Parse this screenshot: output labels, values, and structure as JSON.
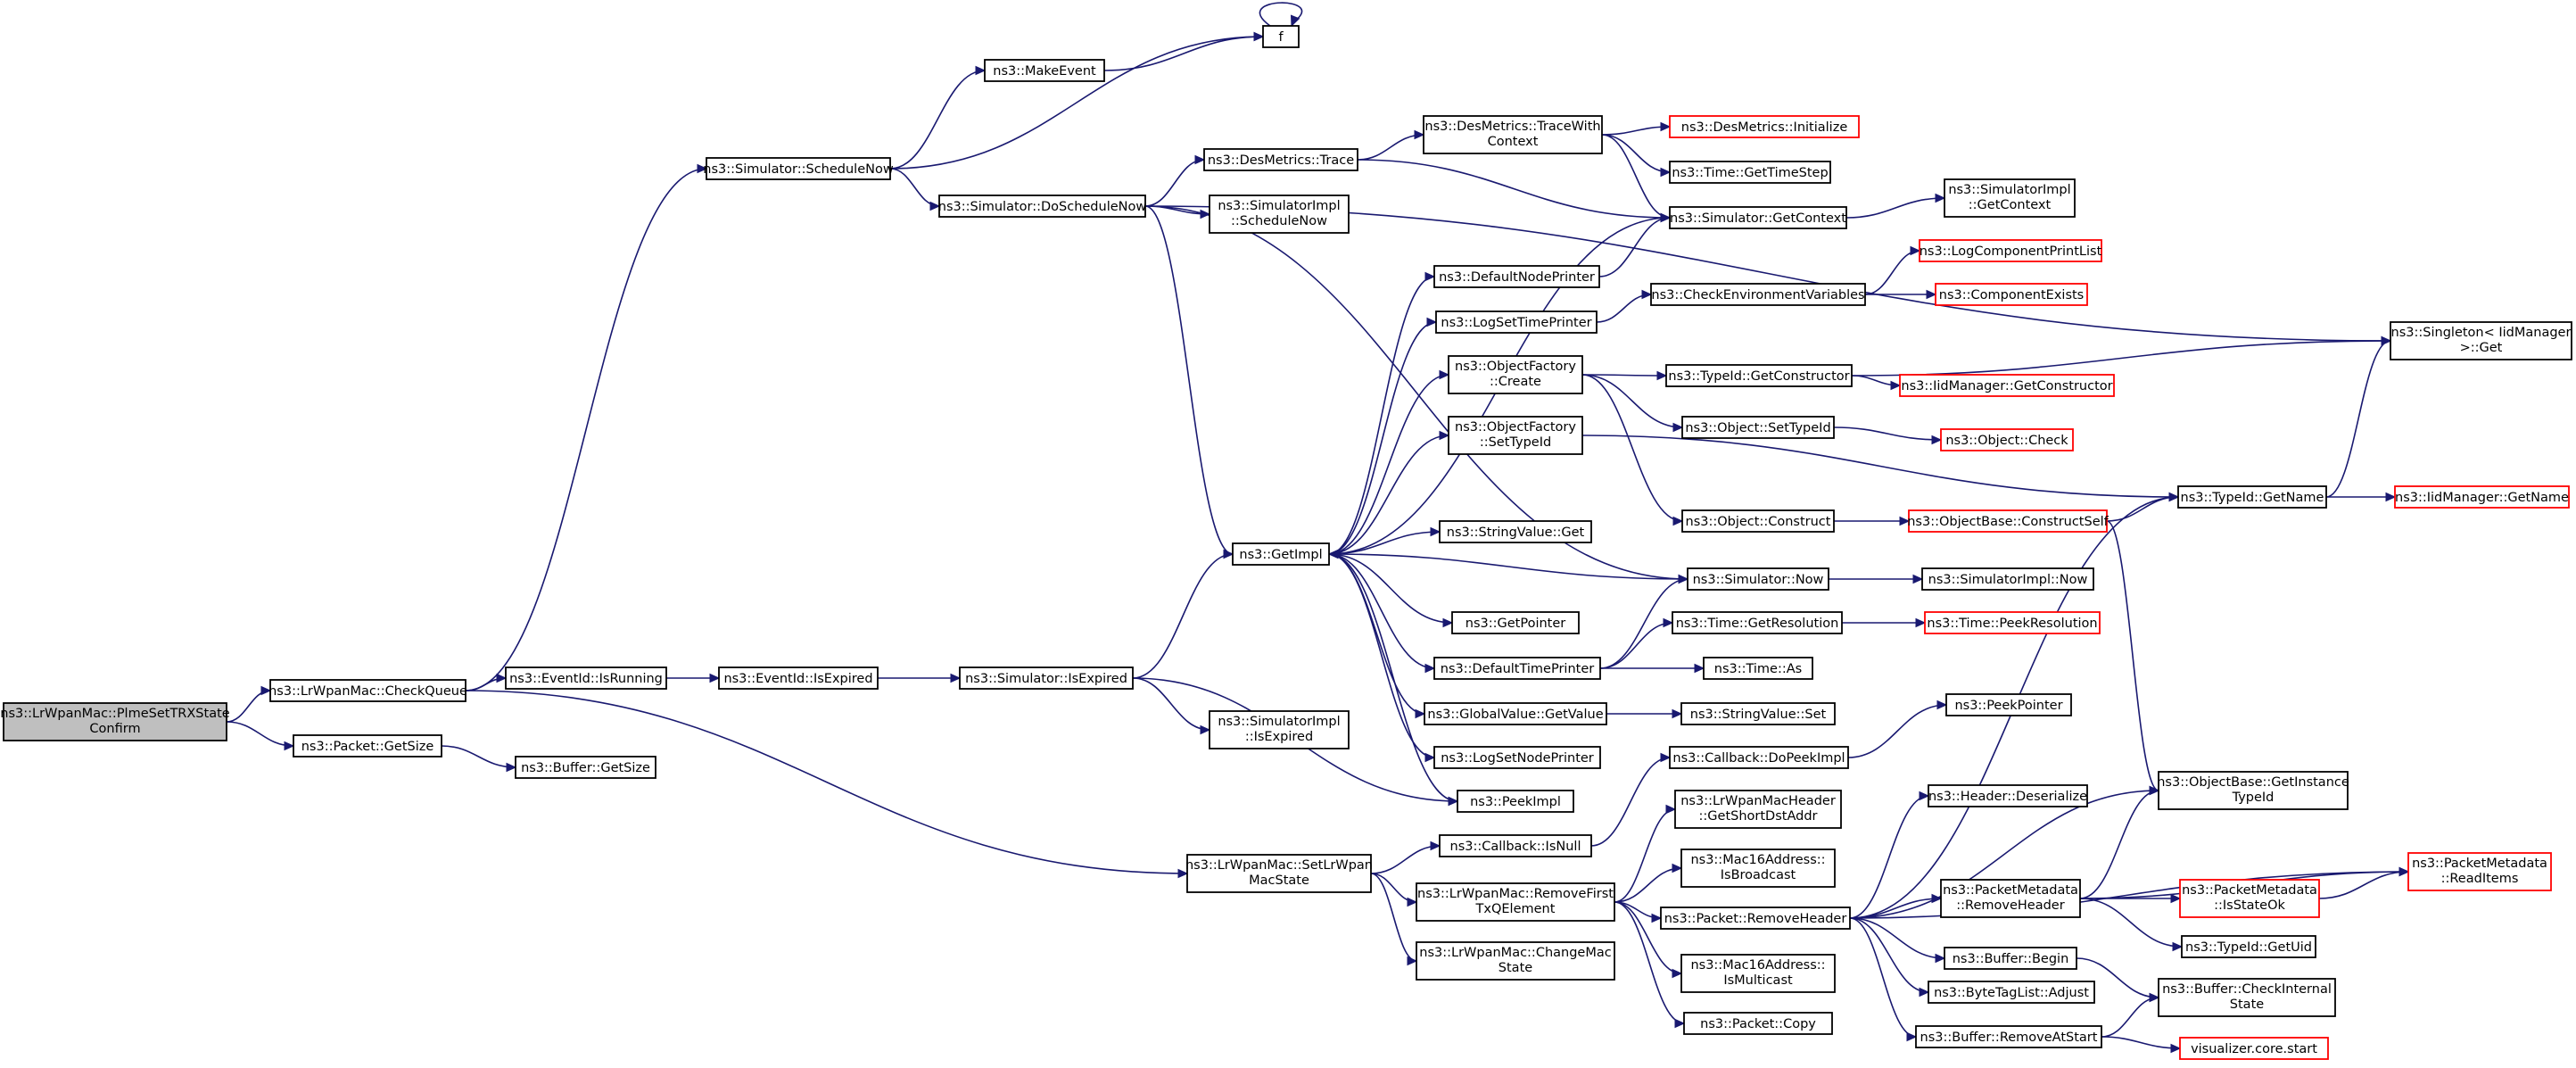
{
  "colors": {
    "edge": "#191970",
    "node_border": "#000000",
    "node_border_truncated": "#ff0000",
    "root_fill": "#bfbfbf",
    "node_fill": "#ffffff"
  },
  "nodes": [
    {
      "id": "root",
      "lines": [
        "ns3::LrWpanMac::PlmeSetTRXState",
        "Confirm"
      ],
      "root": true
    },
    {
      "id": "checkQueue",
      "lines": [
        "ns3::LrWpanMac::CheckQueue"
      ]
    },
    {
      "id": "packetGetSize",
      "lines": [
        "ns3::Packet::GetSize"
      ]
    },
    {
      "id": "bufferGetSize",
      "lines": [
        "ns3::Buffer::GetSize"
      ]
    },
    {
      "id": "scheduleNow",
      "lines": [
        "ns3::Simulator::ScheduleNow"
      ]
    },
    {
      "id": "makeEvent",
      "lines": [
        "ns3::MakeEvent"
      ]
    },
    {
      "id": "f",
      "lines": [
        "f"
      ]
    },
    {
      "id": "doScheduleNow",
      "lines": [
        "ns3::Simulator::DoScheduleNow"
      ]
    },
    {
      "id": "desTrace",
      "lines": [
        "ns3::DesMetrics::Trace"
      ]
    },
    {
      "id": "desTraceWithContext",
      "lines": [
        "ns3::DesMetrics::TraceWith",
        "Context"
      ]
    },
    {
      "id": "desInit",
      "lines": [
        "ns3::DesMetrics::Initialize"
      ],
      "truncated": true
    },
    {
      "id": "timeGetTimeStep",
      "lines": [
        "ns3::Time::GetTimeStep"
      ]
    },
    {
      "id": "simGetContext",
      "lines": [
        "ns3::Simulator::GetContext"
      ]
    },
    {
      "id": "simImplGetContext",
      "lines": [
        "ns3::SimulatorImpl",
        "::GetContext"
      ]
    },
    {
      "id": "simImplScheduleNow",
      "lines": [
        "ns3::SimulatorImpl",
        "::ScheduleNow"
      ]
    },
    {
      "id": "singletonGet",
      "lines": [
        "ns3::Singleton< IidManager",
        ">::Get"
      ]
    },
    {
      "id": "eventIsRunning",
      "lines": [
        "ns3::EventId::IsRunning"
      ]
    },
    {
      "id": "eventIsExpired",
      "lines": [
        "ns3::EventId::IsExpired"
      ]
    },
    {
      "id": "simIsExpired",
      "lines": [
        "ns3::Simulator::IsExpired"
      ]
    },
    {
      "id": "simImplIsExpired",
      "lines": [
        "ns3::SimulatorImpl",
        "::IsExpired"
      ]
    },
    {
      "id": "getImpl",
      "lines": [
        "ns3::GetImpl"
      ]
    },
    {
      "id": "defaultNodePrinter",
      "lines": [
        "ns3::DefaultNodePrinter"
      ]
    },
    {
      "id": "logSetTimePrinter",
      "lines": [
        "ns3::LogSetTimePrinter"
      ]
    },
    {
      "id": "checkEnvVars",
      "lines": [
        "ns3::CheckEnvironmentVariables"
      ]
    },
    {
      "id": "logComponentPrintList",
      "lines": [
        "ns3::LogComponentPrintList"
      ],
      "truncated": true
    },
    {
      "id": "componentExists",
      "lines": [
        "ns3::ComponentExists"
      ],
      "truncated": true
    },
    {
      "id": "objFactoryCreate",
      "lines": [
        "ns3::ObjectFactory",
        "::Create"
      ]
    },
    {
      "id": "typeIdGetConstructor",
      "lines": [
        "ns3::TypeId::GetConstructor"
      ]
    },
    {
      "id": "iidGetConstructor",
      "lines": [
        "ns3::IidManager::GetConstructor"
      ],
      "truncated": true
    },
    {
      "id": "objSetTypeId",
      "lines": [
        "ns3::Object::SetTypeId"
      ]
    },
    {
      "id": "objCheck",
      "lines": [
        "ns3::Object::Check"
      ],
      "truncated": true
    },
    {
      "id": "objFactorySetTypeId",
      "lines": [
        "ns3::ObjectFactory",
        "::SetTypeId"
      ]
    },
    {
      "id": "typeIdGetName",
      "lines": [
        "ns3::TypeId::GetName"
      ]
    },
    {
      "id": "iidGetName",
      "lines": [
        "ns3::IidManager::GetName"
      ],
      "truncated": true
    },
    {
      "id": "objConstruct",
      "lines": [
        "ns3::Object::Construct"
      ]
    },
    {
      "id": "objBaseConstructSelf",
      "lines": [
        "ns3::ObjectBase::ConstructSelf"
      ],
      "truncated": true
    },
    {
      "id": "stringValueGet",
      "lines": [
        "ns3::StringValue::Get"
      ]
    },
    {
      "id": "simNow",
      "lines": [
        "ns3::Simulator::Now"
      ]
    },
    {
      "id": "simImplNow",
      "lines": [
        "ns3::SimulatorImpl::Now"
      ]
    },
    {
      "id": "getPointer",
      "lines": [
        "ns3::GetPointer"
      ]
    },
    {
      "id": "defaultTimePrinter",
      "lines": [
        "ns3::DefaultTimePrinter"
      ]
    },
    {
      "id": "timeGetResolution",
      "lines": [
        "ns3::Time::GetResolution"
      ]
    },
    {
      "id": "timePeekResolution",
      "lines": [
        "ns3::Time::PeekResolution"
      ],
      "truncated": true
    },
    {
      "id": "timeAs",
      "lines": [
        "ns3::Time::As"
      ]
    },
    {
      "id": "globalValueGetValue",
      "lines": [
        "ns3::GlobalValue::GetValue"
      ]
    },
    {
      "id": "stringValueSet",
      "lines": [
        "ns3::StringValue::Set"
      ]
    },
    {
      "id": "logSetNodePrinter",
      "lines": [
        "ns3::LogSetNodePrinter"
      ]
    },
    {
      "id": "peekPointer",
      "lines": [
        "ns3::PeekPointer"
      ]
    },
    {
      "id": "callbackDoPeekImpl",
      "lines": [
        "ns3::Callback::DoPeekImpl"
      ]
    },
    {
      "id": "peekImpl",
      "lines": [
        "ns3::PeekImpl"
      ]
    },
    {
      "id": "headerGetShortDst",
      "lines": [
        "ns3::LrWpanMacHeader",
        "::GetShortDstAddr"
      ]
    },
    {
      "id": "headerDeserialize",
      "lines": [
        "ns3::Header::Deserialize"
      ]
    },
    {
      "id": "objBaseGetInstanceTypeId",
      "lines": [
        "ns3::ObjectBase::GetInstance",
        "TypeId"
      ]
    },
    {
      "id": "setLrWpanMacState",
      "lines": [
        "ns3::LrWpanMac::SetLrWpan",
        "MacState"
      ]
    },
    {
      "id": "callbackIsNull",
      "lines": [
        "ns3::Callback::IsNull"
      ]
    },
    {
      "id": "mac16IsBroadcast",
      "lines": [
        "ns3::Mac16Address::",
        "IsBroadcast"
      ]
    },
    {
      "id": "removeFirstTxQ",
      "lines": [
        "ns3::LrWpanMac::RemoveFirst",
        "TxQElement"
      ]
    },
    {
      "id": "packetRemoveHeader",
      "lines": [
        "ns3::Packet::RemoveHeader"
      ]
    },
    {
      "id": "pmRemoveHeader",
      "lines": [
        "ns3::PacketMetadata",
        "::RemoveHeader"
      ]
    },
    {
      "id": "pmIsStateOk",
      "lines": [
        "ns3::PacketMetadata",
        "::IsStateOk"
      ],
      "truncated": true
    },
    {
      "id": "pmReadItems",
      "lines": [
        "ns3::PacketMetadata",
        "::ReadItems"
      ],
      "truncated": true
    },
    {
      "id": "typeIdGetUid",
      "lines": [
        "ns3::TypeId::GetUid"
      ]
    },
    {
      "id": "changeMacState",
      "lines": [
        "ns3::LrWpanMac::ChangeMac",
        "State"
      ]
    },
    {
      "id": "bufferBegin",
      "lines": [
        "ns3::Buffer::Begin"
      ]
    },
    {
      "id": "mac16IsMulticast",
      "lines": [
        "ns3::Mac16Address::",
        "IsMulticast"
      ]
    },
    {
      "id": "byteTagListAdjust",
      "lines": [
        "ns3::ByteTagList::Adjust"
      ]
    },
    {
      "id": "bufferCheckInternal",
      "lines": [
        "ns3::Buffer::CheckInternal",
        "State"
      ]
    },
    {
      "id": "packetCopy",
      "lines": [
        "ns3::Packet::Copy"
      ]
    },
    {
      "id": "bufferRemoveAtStart",
      "lines": [
        "ns3::Buffer::RemoveAtStart"
      ]
    },
    {
      "id": "vizCoreStart",
      "lines": [
        "visualizer.core.start"
      ],
      "truncated": true
    }
  ],
  "edges": [
    [
      "root",
      "checkQueue"
    ],
    [
      "root",
      "packetGetSize"
    ],
    [
      "packetGetSize",
      "bufferGetSize"
    ],
    [
      "checkQueue",
      "scheduleNow"
    ],
    [
      "checkQueue",
      "eventIsRunning"
    ],
    [
      "checkQueue",
      "setLrWpanMacState"
    ],
    [
      "scheduleNow",
      "makeEvent"
    ],
    [
      "scheduleNow",
      "f"
    ],
    [
      "scheduleNow",
      "doScheduleNow"
    ],
    [
      "makeEvent",
      "f"
    ],
    [
      "f",
      "f"
    ],
    [
      "doScheduleNow",
      "desTrace"
    ],
    [
      "doScheduleNow",
      "simImplScheduleNow"
    ],
    [
      "doScheduleNow",
      "singletonGet"
    ],
    [
      "doScheduleNow",
      "getImpl"
    ],
    [
      "doScheduleNow",
      "simNow"
    ],
    [
      "desTrace",
      "desTraceWithContext"
    ],
    [
      "desTrace",
      "simGetContext"
    ],
    [
      "desTraceWithContext",
      "desInit"
    ],
    [
      "desTraceWithContext",
      "timeGetTimeStep"
    ],
    [
      "desTraceWithContext",
      "simGetContext"
    ],
    [
      "simGetContext",
      "simImplGetContext"
    ],
    [
      "simGetContext",
      "getImpl"
    ],
    [
      "eventIsRunning",
      "eventIsExpired"
    ],
    [
      "eventIsExpired",
      "simIsExpired"
    ],
    [
      "simIsExpired",
      "getImpl"
    ],
    [
      "simIsExpired",
      "simImplIsExpired"
    ],
    [
      "simIsExpired",
      "peekImpl"
    ],
    [
      "getImpl",
      "defaultNodePrinter"
    ],
    [
      "getImpl",
      "logSetTimePrinter"
    ],
    [
      "getImpl",
      "objFactoryCreate"
    ],
    [
      "getImpl",
      "objFactorySetTypeId"
    ],
    [
      "getImpl",
      "stringValueGet"
    ],
    [
      "getImpl",
      "getPointer"
    ],
    [
      "getImpl",
      "defaultTimePrinter"
    ],
    [
      "getImpl",
      "globalValueGetValue"
    ],
    [
      "getImpl",
      "logSetNodePrinter"
    ],
    [
      "getImpl",
      "peekImpl"
    ],
    [
      "defaultNodePrinter",
      "simGetContext"
    ],
    [
      "logSetTimePrinter",
      "checkEnvVars"
    ],
    [
      "checkEnvVars",
      "logComponentPrintList"
    ],
    [
      "checkEnvVars",
      "componentExists"
    ],
    [
      "objFactoryCreate",
      "typeIdGetConstructor"
    ],
    [
      "objFactoryCreate",
      "objSetTypeId"
    ],
    [
      "objFactoryCreate",
      "objConstruct"
    ],
    [
      "typeIdGetConstructor",
      "iidGetConstructor"
    ],
    [
      "typeIdGetConstructor",
      "singletonGet"
    ],
    [
      "objSetTypeId",
      "objCheck"
    ],
    [
      "objFactorySetTypeId",
      "typeIdGetName"
    ],
    [
      "typeIdGetName",
      "iidGetName"
    ],
    [
      "typeIdGetName",
      "singletonGet"
    ],
    [
      "objConstruct",
      "objBaseConstructSelf"
    ],
    [
      "objBaseConstructSelf",
      "typeIdGetName"
    ],
    [
      "objBaseConstructSelf",
      "objBaseGetInstanceTypeId"
    ],
    [
      "simNow",
      "getImpl"
    ],
    [
      "simNow",
      "simImplNow"
    ],
    [
      "defaultTimePrinter",
      "simNow"
    ],
    [
      "defaultTimePrinter",
      "timeGetResolution"
    ],
    [
      "defaultTimePrinter",
      "timeAs"
    ],
    [
      "timeGetResolution",
      "timePeekResolution"
    ],
    [
      "globalValueGetValue",
      "stringValueSet"
    ],
    [
      "setLrWpanMacState",
      "callbackIsNull"
    ],
    [
      "setLrWpanMacState",
      "removeFirstTxQ"
    ],
    [
      "setLrWpanMacState",
      "changeMacState"
    ],
    [
      "callbackIsNull",
      "callbackDoPeekImpl"
    ],
    [
      "callbackDoPeekImpl",
      "peekPointer"
    ],
    [
      "removeFirstTxQ",
      "headerGetShortDst"
    ],
    [
      "removeFirstTxQ",
      "mac16IsBroadcast"
    ],
    [
      "removeFirstTxQ",
      "packetRemoveHeader"
    ],
    [
      "removeFirstTxQ",
      "mac16IsMulticast"
    ],
    [
      "removeFirstTxQ",
      "packetCopy"
    ],
    [
      "packetRemoveHeader",
      "typeIdGetName"
    ],
    [
      "packetRemoveHeader",
      "headerDeserialize"
    ],
    [
      "packetRemoveHeader",
      "objBaseGetInstanceTypeId"
    ],
    [
      "packetRemoveHeader",
      "pmRemoveHeader"
    ],
    [
      "packetRemoveHeader",
      "bufferBegin"
    ],
    [
      "packetRemoveHeader",
      "byteTagListAdjust"
    ],
    [
      "packetRemoveHeader",
      "bufferRemoveAtStart"
    ],
    [
      "packetRemoveHeader",
      "pmReadItems"
    ],
    [
      "pmRemoveHeader",
      "objBaseGetInstanceTypeId"
    ],
    [
      "pmRemoveHeader",
      "pmIsStateOk"
    ],
    [
      "pmRemoveHeader",
      "pmReadItems"
    ],
    [
      "pmRemoveHeader",
      "typeIdGetUid"
    ],
    [
      "pmIsStateOk",
      "pmReadItems"
    ],
    [
      "bufferBegin",
      "bufferCheckInternal"
    ],
    [
      "bufferRemoveAtStart",
      "bufferCheckInternal"
    ],
    [
      "bufferRemoveAtStart",
      "vizCoreStart"
    ]
  ]
}
